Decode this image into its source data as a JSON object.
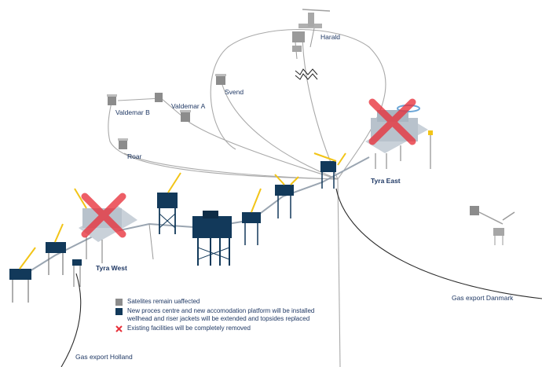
{
  "labels": {
    "harald": "Harald",
    "svend": "Svend",
    "valdemar_a": "Valdemar A",
    "valdemar_b": "Valdemar B",
    "roar": "Roar",
    "tyra_east": "Tyra East",
    "tyra_west": "Tyra West",
    "gas_export_danmark": "Gas export Danmark",
    "gas_export_holland": "Gas export Holland"
  },
  "legend": {
    "unaffected": "Satelites remain uaffected",
    "new_line1": "New proces centre and new accomodation platform will be installed",
    "new_line2": "wellhead and riser jackets will be extended and topsides replaced",
    "removed": "Existing facilities will be completely removed"
  },
  "colors": {
    "navy": "#12395a",
    "grey": "#8c8c8c",
    "yellow": "#f2c417",
    "red": "#e8323c",
    "pipe": "#a9a9a9",
    "text": "#1f3864"
  }
}
